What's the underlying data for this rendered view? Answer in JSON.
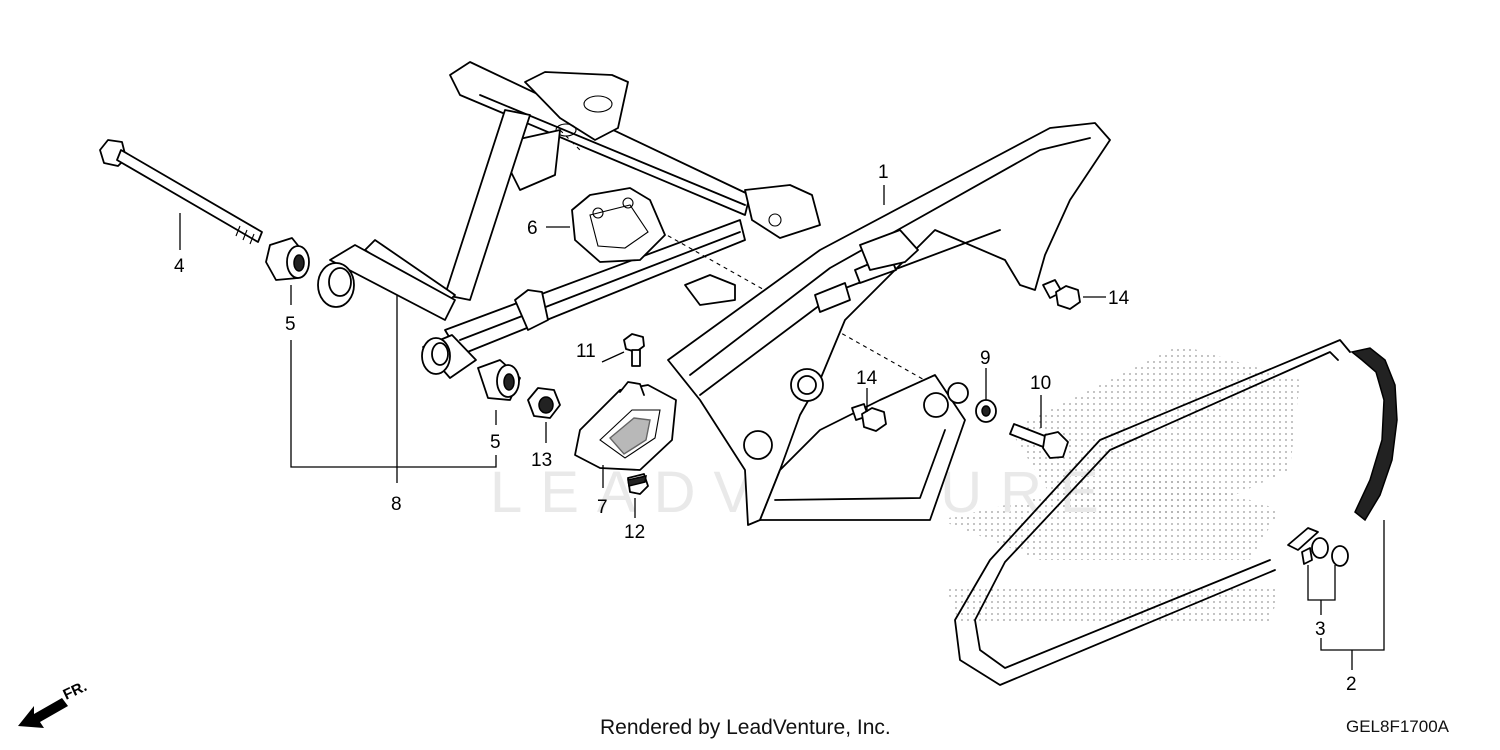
{
  "callouts": [
    {
      "id": "c1",
      "text": "1"
    },
    {
      "id": "c2",
      "text": "2"
    },
    {
      "id": "c3",
      "text": "3"
    },
    {
      "id": "c4",
      "text": "4"
    },
    {
      "id": "c5a",
      "text": "5"
    },
    {
      "id": "c5b",
      "text": "5"
    },
    {
      "id": "c6",
      "text": "6"
    },
    {
      "id": "c7",
      "text": "7"
    },
    {
      "id": "c8",
      "text": "8"
    },
    {
      "id": "c9",
      "text": "9"
    },
    {
      "id": "c10",
      "text": "10"
    },
    {
      "id": "c11",
      "text": "11"
    },
    {
      "id": "c12",
      "text": "12"
    },
    {
      "id": "c13",
      "text": "13"
    },
    {
      "id": "c14a",
      "text": "14"
    },
    {
      "id": "c14b",
      "text": "14"
    }
  ],
  "front_label": "FR.",
  "watermark": "LEADVENTURE",
  "credit": "Rendered by LeadVenture, Inc.",
  "diagram_code": "GEL8F1700A",
  "colors": {
    "ink": "#000000",
    "background": "#ffffff",
    "watermark": "#e9e9e9"
  }
}
